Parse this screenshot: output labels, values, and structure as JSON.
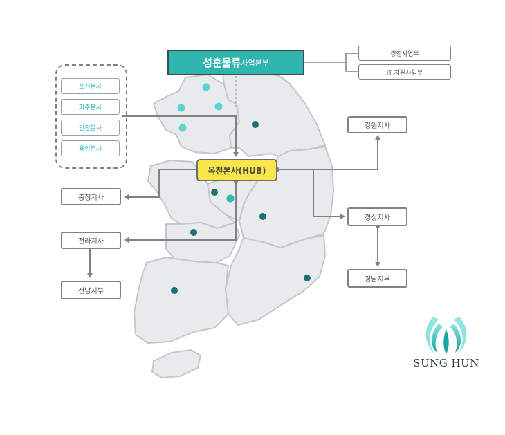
{
  "hq": {
    "title": "성훈물류",
    "suffix": "사업본부"
  },
  "hq_divisions": [
    "경영사업부",
    "IT 지원사업부"
  ],
  "hub": "옥천본사(HUB)",
  "branch_offices": [
    "포천본사",
    "파주본사",
    "인천본사",
    "용인본사"
  ],
  "branches": {
    "gangwon": "강원지사",
    "chungcheong": "충청지사",
    "jeolla": "전라지사",
    "jeonnam": "전남지부",
    "gyeongsang": "경상지사",
    "gyeongnam": "경남지부"
  },
  "logo": {
    "name": "SUNG HUN"
  },
  "colors": {
    "teal": "#2fb4ae",
    "hub_yellow": "#fbe64a",
    "line_gray": "#7c8288",
    "map_fill": "#e9eaec",
    "map_stroke": "#c4c6c9",
    "marker_light": "#5ed3d0",
    "marker_dark": "#1f6f76"
  }
}
